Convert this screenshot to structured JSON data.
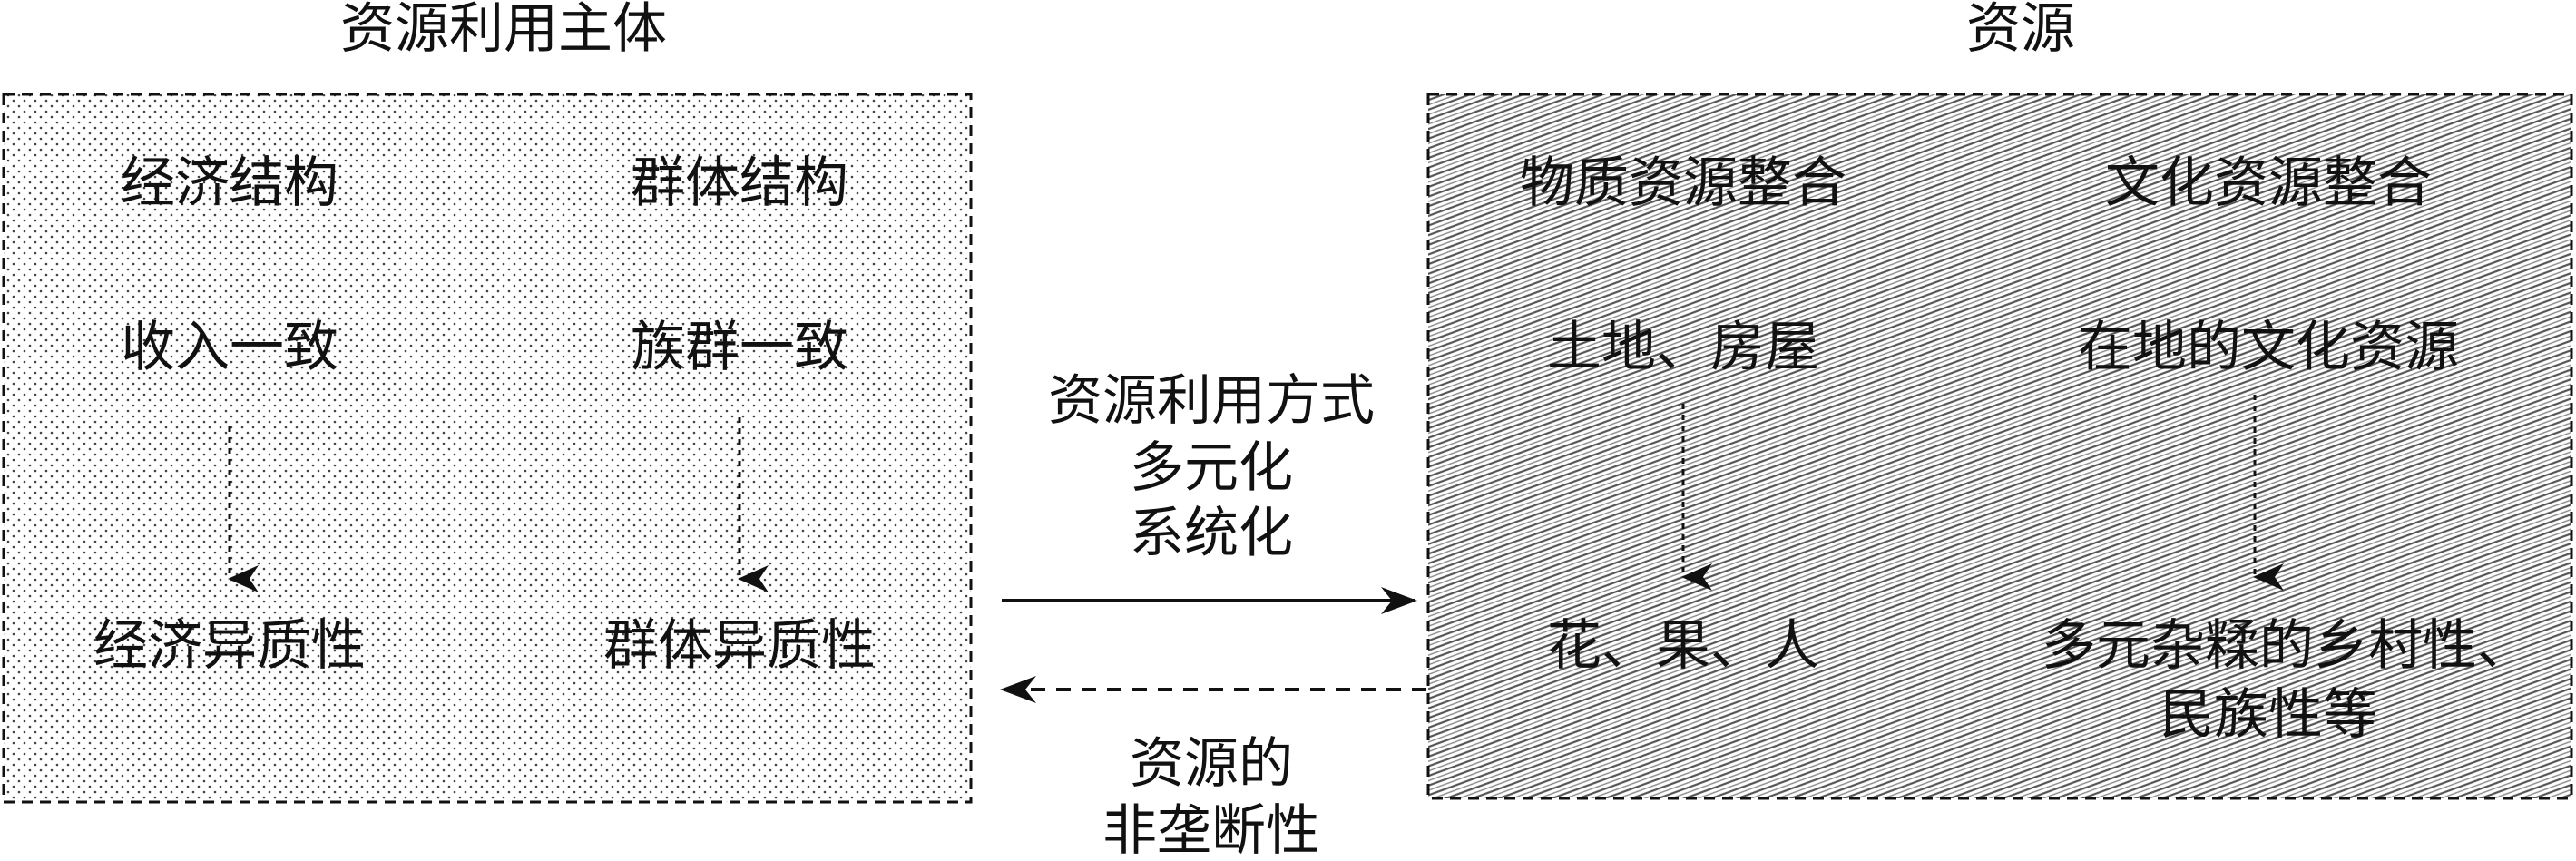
{
  "left_panel": {
    "title": "资源利用主体",
    "col1": {
      "header": "经济结构",
      "middle": "收入一致",
      "bottom": "经济异质性"
    },
    "col2": {
      "header": "群体结构",
      "middle": "族群一致",
      "bottom": "群体异质性"
    }
  },
  "right_panel": {
    "title": "资源",
    "col1": {
      "header": "物质资源整合",
      "middle": "土地、房屋",
      "bottom": "花、果、人"
    },
    "col2": {
      "header": "文化资源整合",
      "middle": "在地的文化资源",
      "bottom_line1": "多元杂糅的乡村性、",
      "bottom_line2": "民族性等"
    }
  },
  "center": {
    "top_lines": [
      "资源利用方式",
      "多元化",
      "系统化"
    ],
    "bottom_lines": [
      "资源的",
      "非垄断性"
    ]
  },
  "colors": {
    "ink": "#111111",
    "background": "#ffffff"
  }
}
